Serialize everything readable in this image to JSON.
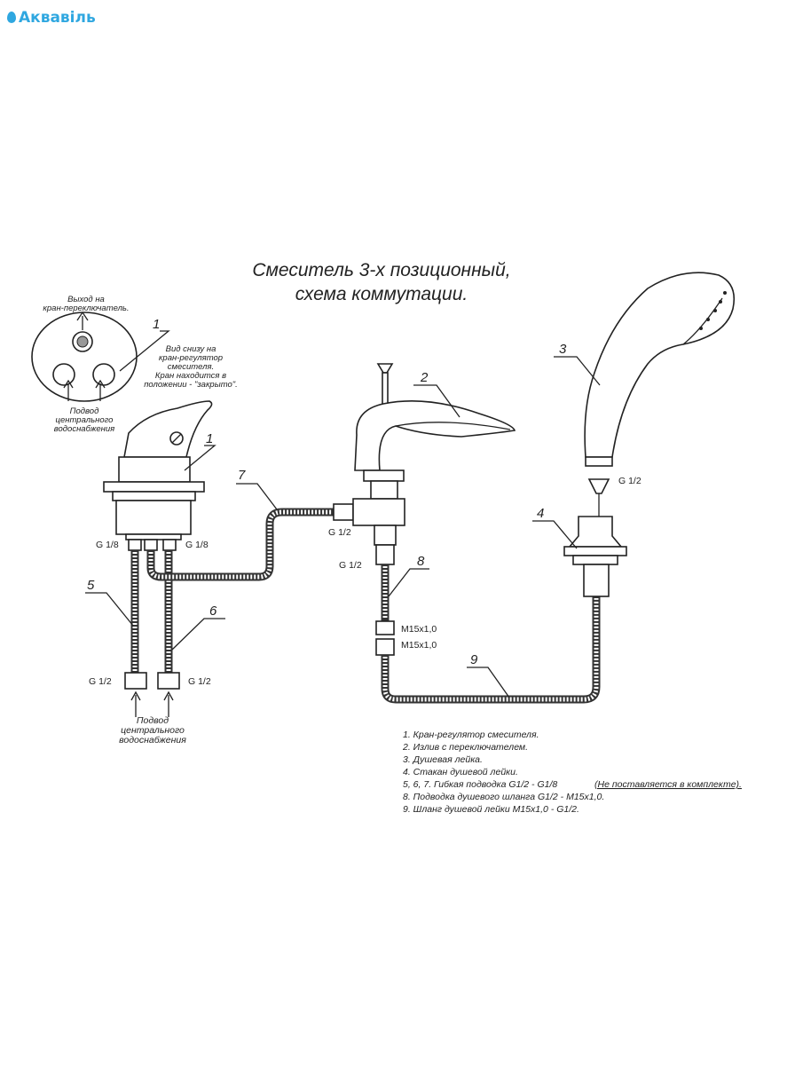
{
  "brand": {
    "name": "Акваві̇ль"
  },
  "title": {
    "line1": "Смеситель 3-х позиционный,",
    "line2": "схема коммутации."
  },
  "inset": {
    "outlet": [
      "Выход на",
      "кран-переключатель."
    ],
    "bottom_view": [
      "Вид снизу на",
      "кран-регулятор",
      "смесителя.",
      "Кран находится в",
      "положении - \"закрыто\"."
    ],
    "supply": [
      "Подвод",
      "центрального",
      "водоснабжения"
    ]
  },
  "numbers": {
    "n1a": "1",
    "n1b": "1",
    "n2": "2",
    "n3": "3",
    "n4": "4",
    "n5": "5",
    "n6": "6",
    "n7": "7",
    "n8": "8",
    "n9": "9"
  },
  "thread_labels": {
    "g18_left": "G 1/8",
    "g18_right": "G 1/8",
    "g12_left": "G 1/2",
    "g12_right": "G 1/2",
    "g12_tee": "G 1/2",
    "g12_mid": "G 1/2",
    "g12_shower": "G 1/2",
    "m15_a": "M15x1,0",
    "m15_b": "M15x1,0"
  },
  "supply_bottom": [
    "Подвод",
    "центрального",
    "водоснабжения"
  ],
  "legend": {
    "items": [
      "1. Кран-регулятор смесителя.",
      "2. Излив с переключателем.",
      "3. Душевая лейка.",
      "4. Стакан душевой лейки.",
      "5, 6, 7. Гибкая подводка G1/2 - G1/8",
      "8. Подводка душевого шланга G1/2 - M15x1,0.",
      "9. Шланг душевой лейки M15x1,0 - G1/2."
    ],
    "note": "(Не поставляется в комплекте)."
  }
}
